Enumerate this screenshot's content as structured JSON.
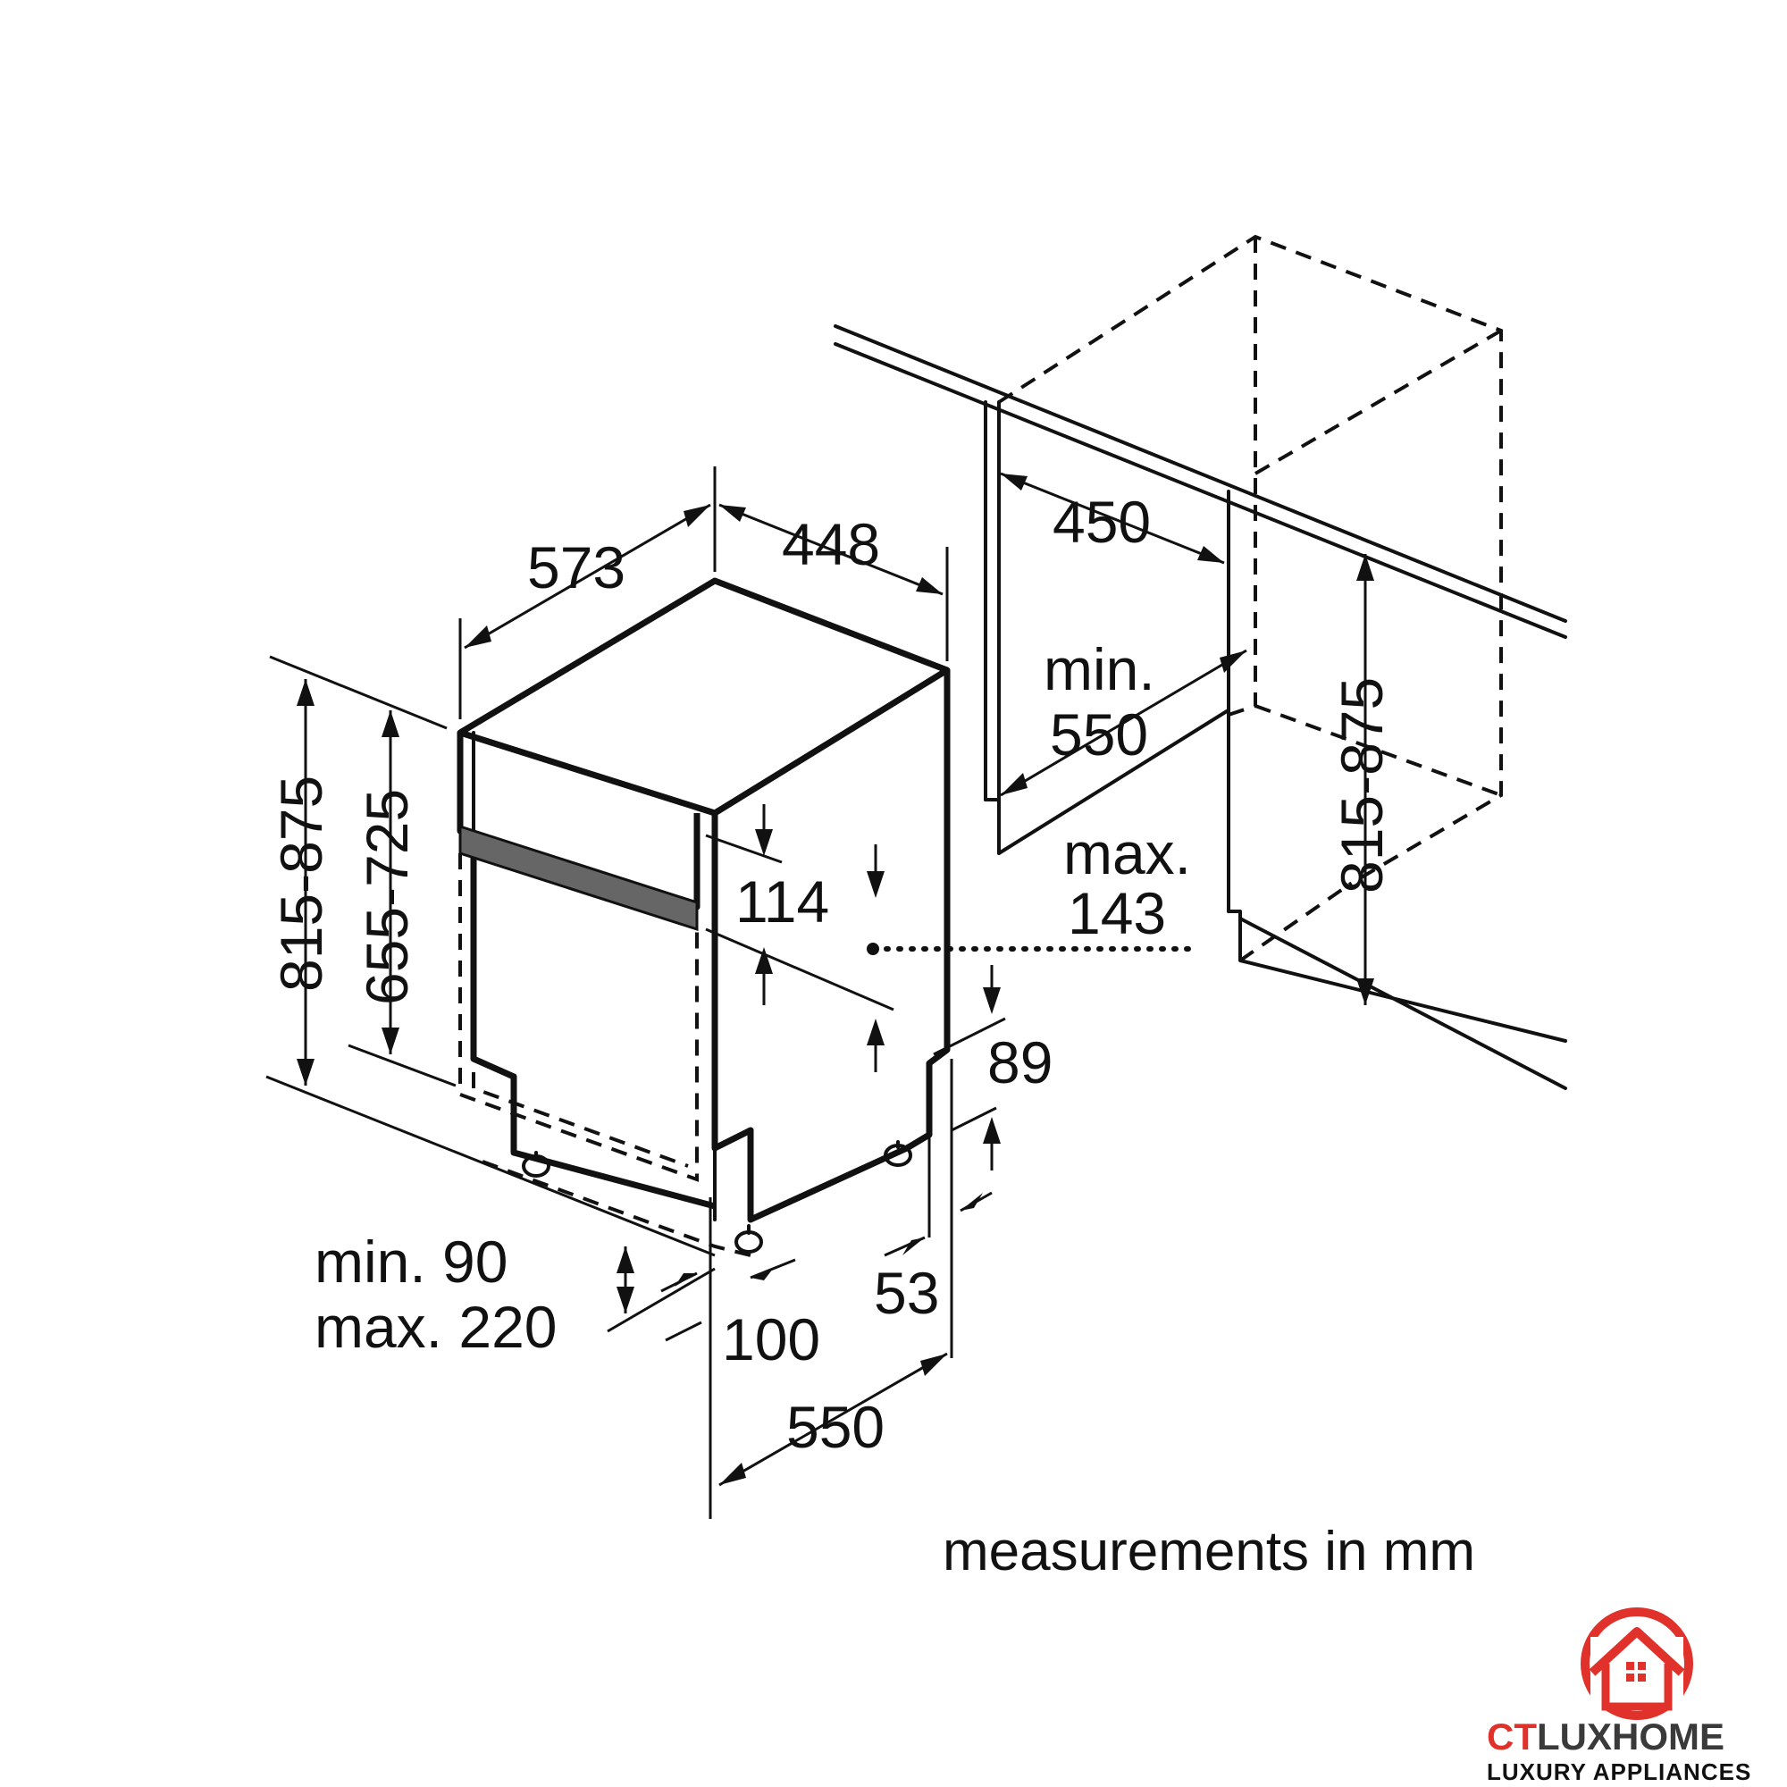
{
  "diagram": {
    "dimensions": {
      "depth_573": "573",
      "width_448": "448",
      "niche_width_450": "450",
      "niche_depth_min_label": "min.",
      "niche_depth_min_value": "550",
      "niche_height_815_875_right": "815-875",
      "height_815_875_left": "815-875",
      "height_655_725": "655-725",
      "panel_114": "114",
      "max_label": "max.",
      "max_value": "143",
      "plinth_89": "89",
      "plinth_min_label": "min. 90",
      "plinth_max_label": "max. 220",
      "foot_100": "100",
      "foot_53": "53",
      "base_depth_550": "550"
    },
    "caption": "measurements in mm"
  },
  "logo": {
    "brand_part1": "CT",
    "brand_part2": "LUXHOME",
    "tagline": "LUXURY APPLIANCES",
    "accent_color": "#e0312b",
    "text_color": "#3a3a3a"
  }
}
